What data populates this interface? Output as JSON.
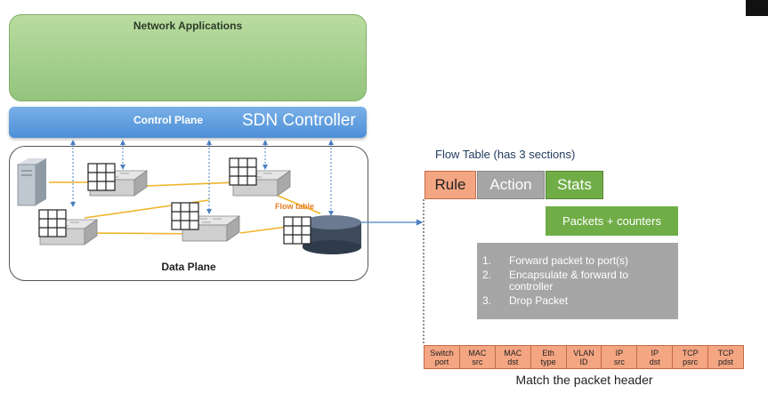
{
  "network_apps": {
    "title": "Network Applications"
  },
  "control_plane": {
    "label": "Control Plane",
    "controller": "SDN Controller"
  },
  "data_plane": {
    "label": "Data Plane",
    "flow_table_tag": "Flow table"
  },
  "flow_table": {
    "title": "Flow Table (has 3 sections)",
    "sections": {
      "rule": "Rule",
      "action": "Action",
      "stats": "Stats"
    },
    "stats_detail": "Packets + counters",
    "actions": [
      {
        "num": "1.",
        "text": "Forward packet to port(s)"
      },
      {
        "num": "2.",
        "text": "Encapsulate & forward to controller"
      },
      {
        "num": "3.",
        "text": "Drop Packet"
      }
    ],
    "match_fields": [
      {
        "line1": "Switch",
        "line2": "port"
      },
      {
        "line1": "MAC",
        "line2": "src"
      },
      {
        "line1": "MAC",
        "line2": "dst"
      },
      {
        "line1": "Eth",
        "line2": "type"
      },
      {
        "line1": "VLAN",
        "line2": "ID"
      },
      {
        "line1": "IP",
        "line2": "src"
      },
      {
        "line1": "IP",
        "line2": "dst"
      },
      {
        "line1": "TCP",
        "line2": "psrc"
      },
      {
        "line1": "TCP",
        "line2": "pdst"
      }
    ],
    "match_caption": "Match the packet header"
  },
  "colors": {
    "rule": "#f4a582",
    "action": "#a6a6a6",
    "stats": "#70ad47",
    "link": "#f0b429",
    "flow_tag": "#e67e22"
  }
}
